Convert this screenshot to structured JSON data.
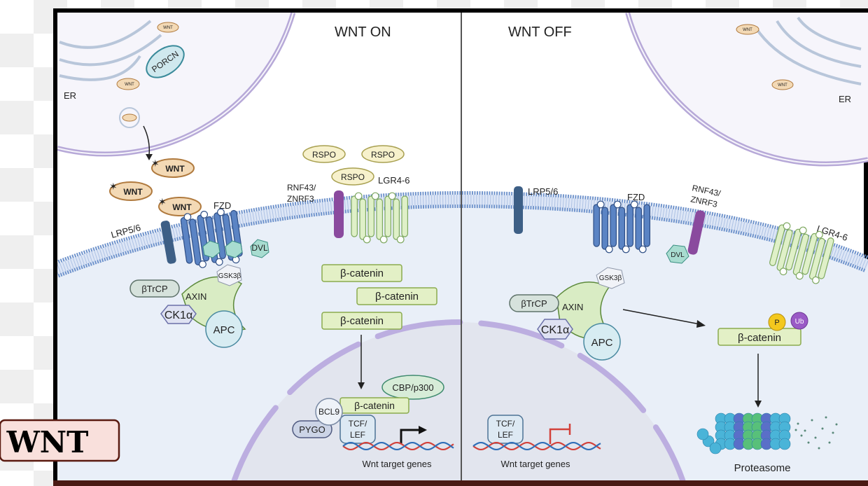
{
  "titles": {
    "wnt_on": "WNT ON",
    "wnt_off": "WNT OFF"
  },
  "badge": {
    "text": "WNT"
  },
  "labels": {
    "er": "ER",
    "porcn": "PORCN",
    "wnt": "WNT",
    "fzd": "FZD",
    "lrp": "LRP5/6",
    "rnf43": "RNF43/",
    "znrf3": "ZNRF3",
    "lgr": "LGR4-6",
    "rspo": "RSPO",
    "dvl": "DVL",
    "gsk3b": "GSK3β",
    "btrcp": "βTrCP",
    "axin": "AXIN",
    "ck1a": "CK1α",
    "apc": "APC",
    "bcatenin": "β-catenin",
    "cbp": "CBP/p300",
    "bcl9": "BCL9",
    "pygo": "PYGO",
    "tcf": "TCF/",
    "lef": "LEF",
    "target_genes": "Wnt target genes",
    "p": "P",
    "ub": "Ub",
    "proteasome": "Proteasome"
  },
  "colors": {
    "frame": "#000000",
    "bottom_bar": "#4a1a14",
    "badge_fill": "#f9e0dc",
    "cytoplasm": "#e9eff8",
    "nucleus": "#e2e5ee",
    "er": "#f6f5fb",
    "wnt": "#f3d9b5",
    "fzd": "#5b84c4",
    "lrp": "#3d5f86",
    "rnf43": "#8a4a9e",
    "lgr": "#dff0c8",
    "bcatenin": "#e3f0c6",
    "phospho": "#f3c81e",
    "ubiquitin": "#9a5ac6"
  }
}
